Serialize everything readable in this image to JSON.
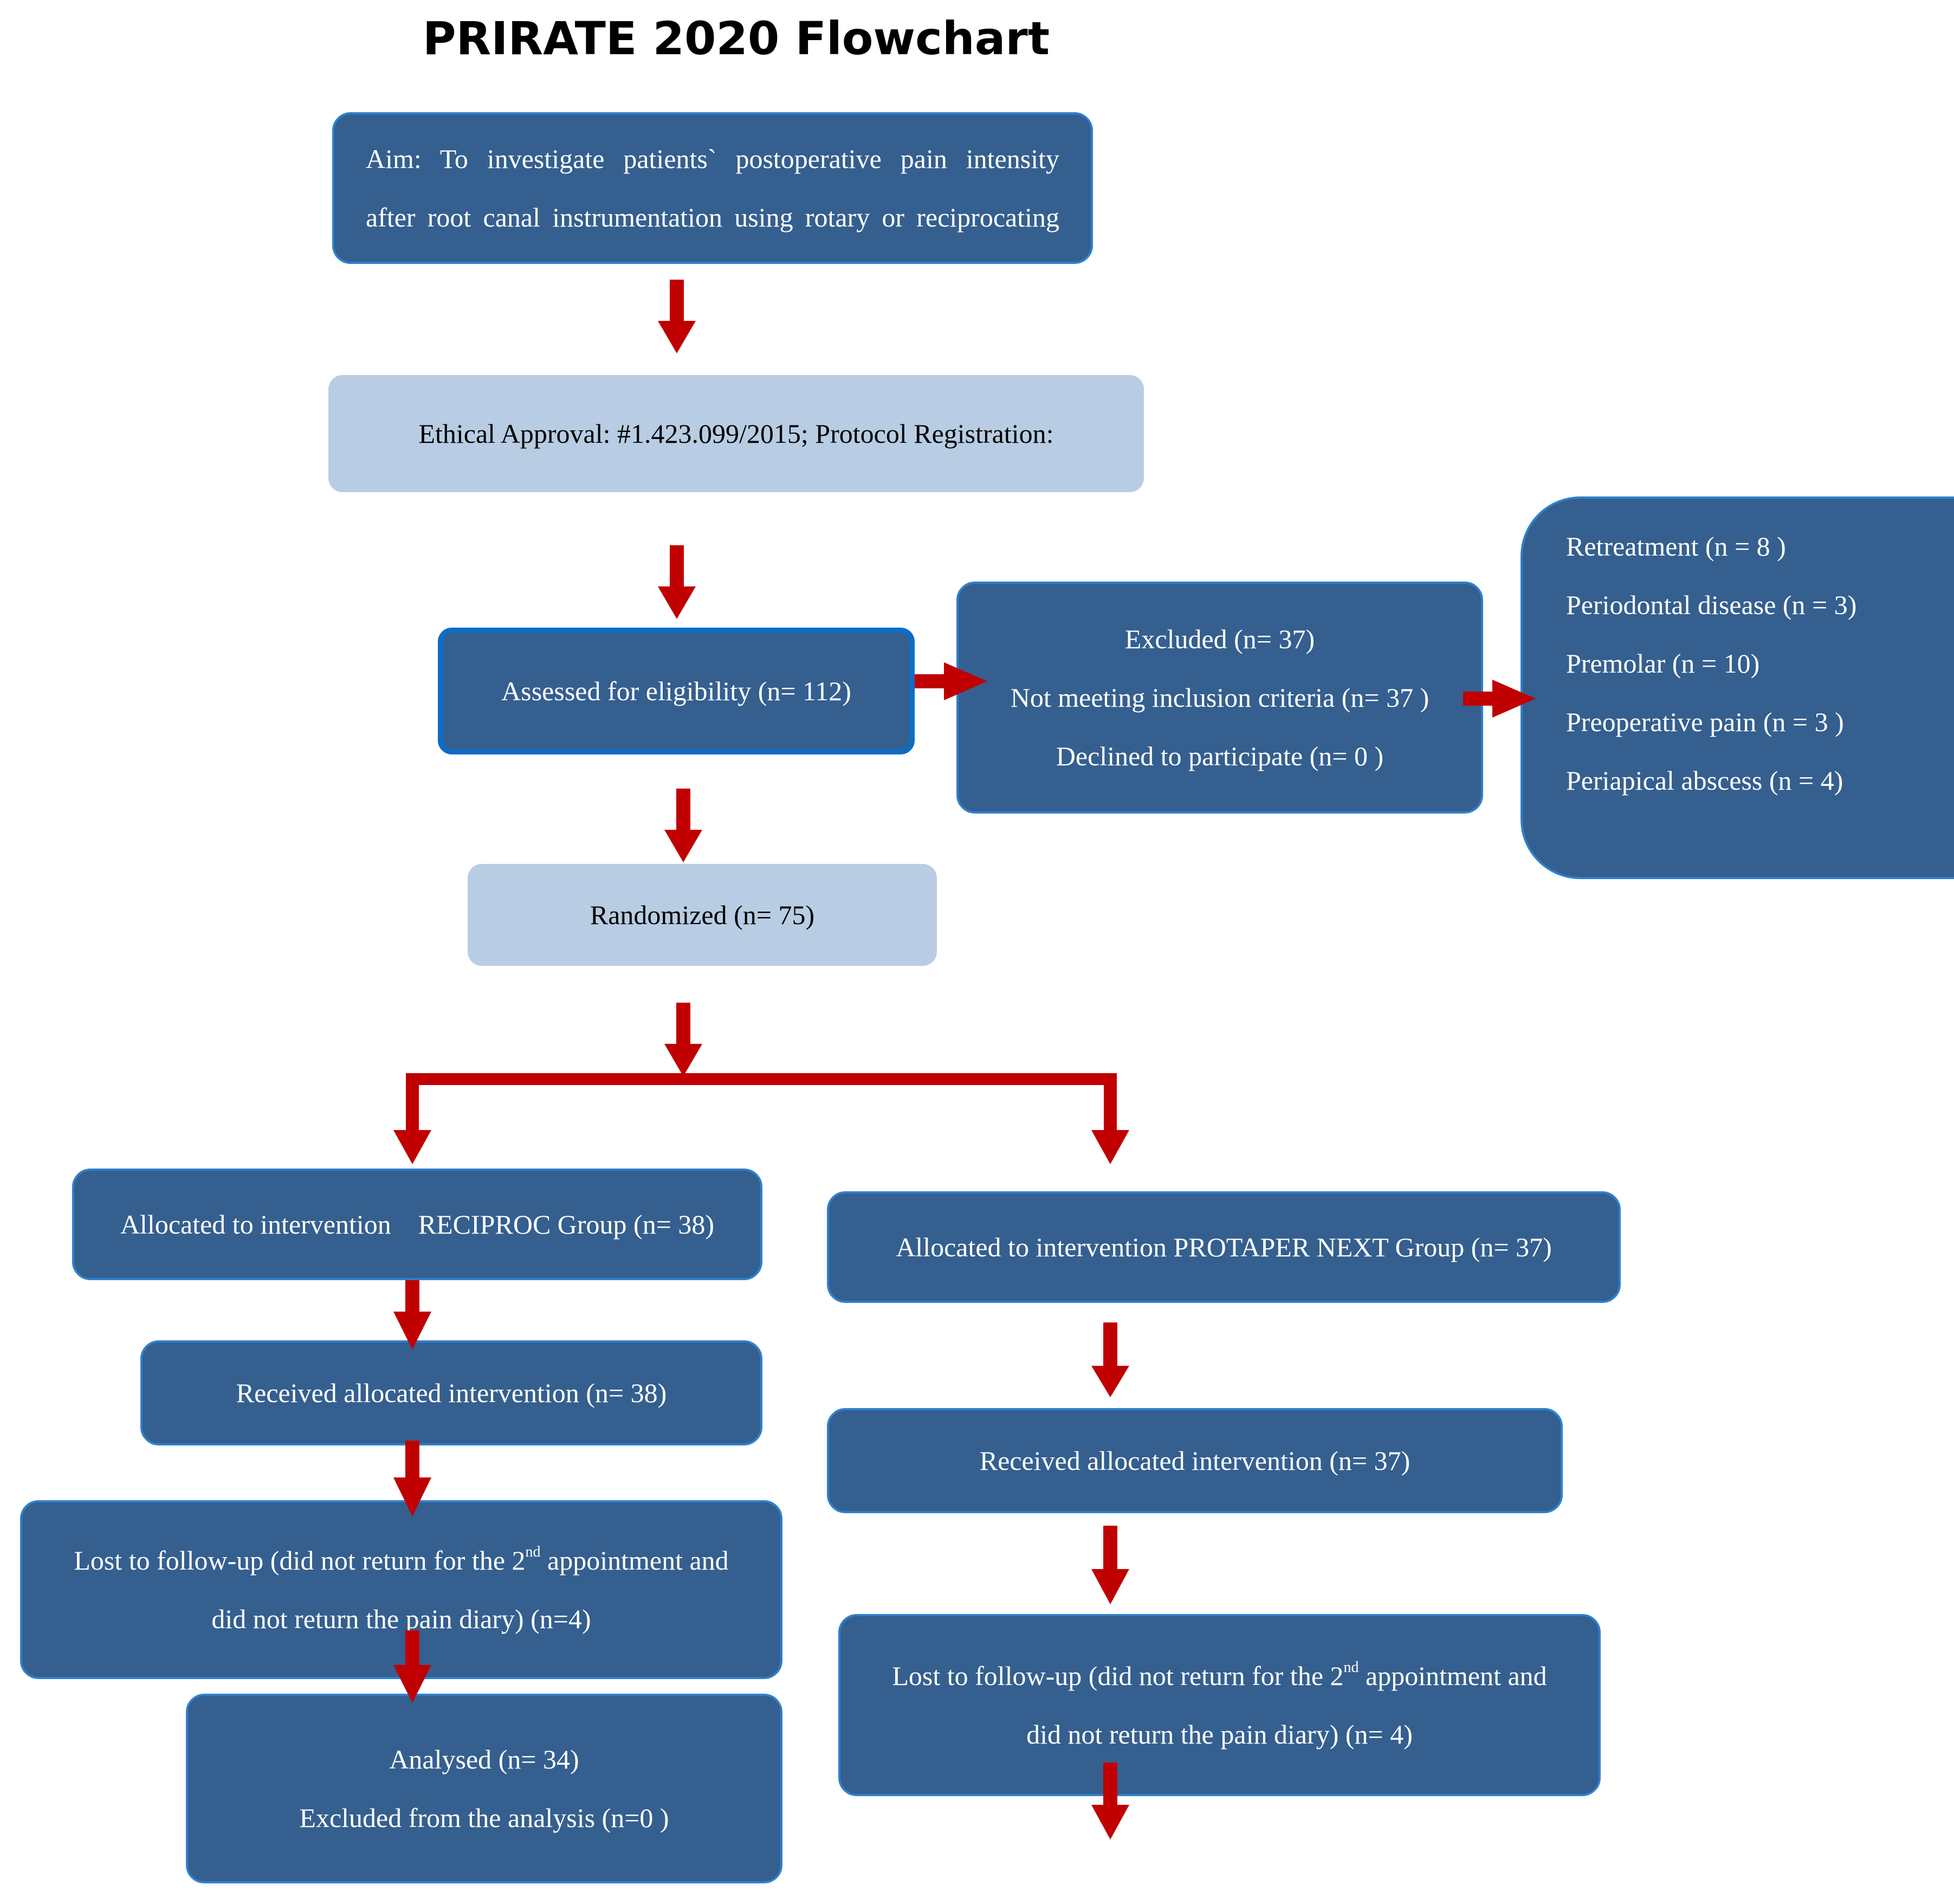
{
  "title": "PRIRATE 2020 Flowchart",
  "colors": {
    "box_fill": "#345f8f",
    "box_light": "#b8cde3",
    "arrow": "#c00000"
  },
  "aim": {
    "line1": "Aim: To investigate patients` postoperative pain intensity",
    "line2": "after root canal instrumentation using rotary or reciprocating"
  },
  "ethical": "Ethical Approval: #1.423.099/2015; Protocol Registration:",
  "eligibility": "Assessed for eligibility (n= 112)",
  "excluded": {
    "line1": "Excluded (n= 37)",
    "line2": "Not meeting inclusion criteria (n= 37 )",
    "line3": "Declined to participate (n= 0 )"
  },
  "exclusion_reasons": [
    "Retreatment (n = 8 )",
    "Periodontal disease (n = 3)",
    "Premolar (n = 10)",
    "Preoperative pain (n = 3 )",
    "Periapical abscess (n = 4)"
  ],
  "randomized": "Randomized (n= 75)",
  "left": {
    "allocated": "Allocated to intervention    RECIPROC Group (n= 38)",
    "received": "Received allocated intervention (n= 38)",
    "lost_a": "Lost to follow-up (did not return for the 2",
    "lost_sup": "nd",
    "lost_b": " appointment and",
    "lost_line2": "did not return the pain diary) (n=4)",
    "analysed": "Analysed (n= 34)",
    "excluded_analysis": "Excluded from the analysis (n=0 )"
  },
  "right": {
    "allocated": "Allocated to intervention PROTAPER NEXT Group (n= 37)",
    "received": "Received allocated intervention (n= 37)",
    "lost_a": "Lost to follow-up (did not return for the 2",
    "lost_sup": "nd",
    "lost_b": " appointment and",
    "lost_line2": "did not return the pain diary) (n= 4)"
  }
}
